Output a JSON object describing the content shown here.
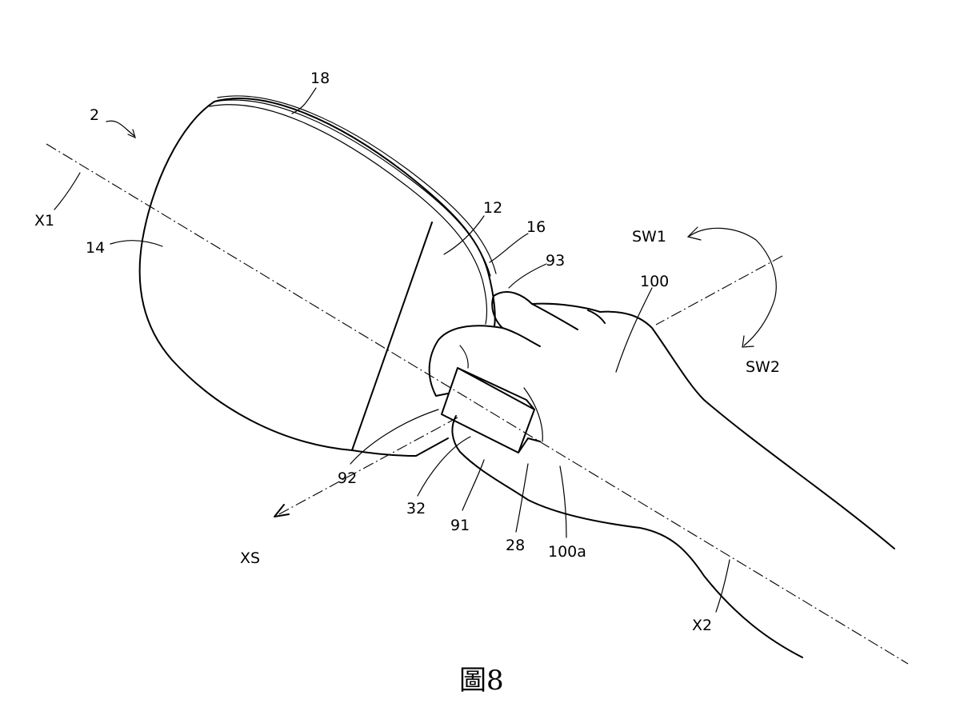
{
  "figure": {
    "caption": "圖8",
    "labels": {
      "ref_2": "2",
      "ref_18": "18",
      "ref_x1": "X1",
      "ref_14": "14",
      "ref_12": "12",
      "ref_16": "16",
      "ref_sw1": "SW1",
      "ref_93": "93",
      "ref_100": "100",
      "ref_sw2": "SW2",
      "ref_92": "92",
      "ref_32": "32",
      "ref_91": "91",
      "ref_28": "28",
      "ref_100a": "100a",
      "ref_xs": "XS",
      "ref_x2": "X2"
    }
  }
}
